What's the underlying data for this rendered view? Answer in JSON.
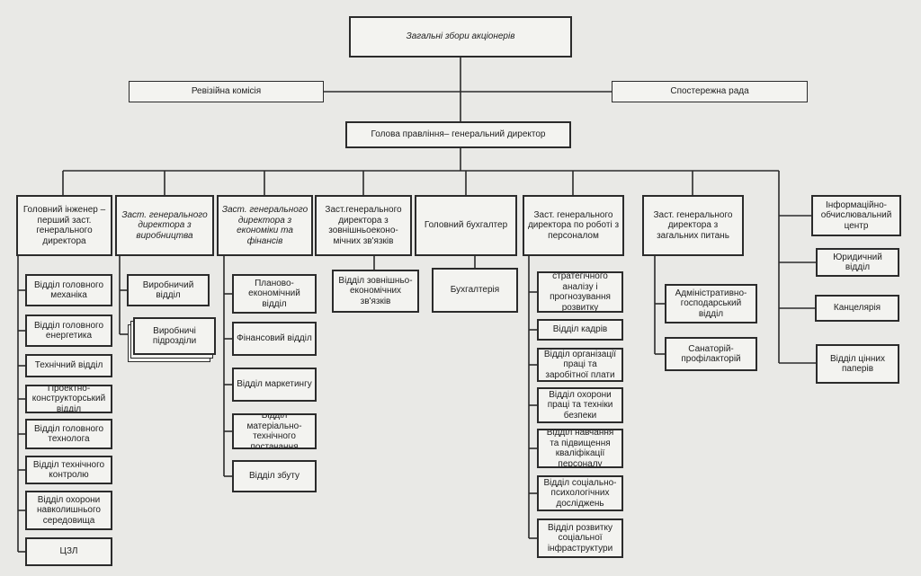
{
  "colors": {
    "line": "#2b2b2b",
    "box_fill": "#f3f3f0",
    "background": "#e9e9e6"
  },
  "nodes": {
    "shareholders_meeting": "Загальні збори акціонерів",
    "audit_commission": "Ревізійна комісія",
    "supervisory_board": "Спостережна рада",
    "chairman": "Голова правління– генеральний директор",
    "chief_engineer": "Головний інженер – перший заст. генерального директора",
    "deputy_production": "Заст. генерального директора з виробництва",
    "deputy_economics": "Заст. генерального директора з економіки та фінансів",
    "deputy_foreign": "Заст.генерального директора з зовнішньоеконо-мічних зв'язків",
    "chief_accountant": "Головний бухгалтер",
    "deputy_personnel": "Заст. генерального директора по роботі з персоналом",
    "deputy_general": "Заст. генерального директора з загальних питань",
    "info_center": "Інформаційно-обчислювальний центр",
    "legal_dept": "Юридичний відділ",
    "chancellery": "Канцелярія",
    "securities_dept": "Відділ цінних паперів",
    "eng_mechanic": "Відділ головного механіка",
    "eng_energy": "Відділ головного енергетика",
    "eng_technical": "Технічний відділ",
    "eng_design": "Проектно-конструкторський відділ",
    "eng_technologist": "Відділ головного технолога",
    "eng_control": "Відділ технічного контролю",
    "eng_environment": "Відділ охорони навколишнього середовища",
    "eng_czl": "ЦЗЛ",
    "prod_dept": "Виробничий відділ",
    "prod_units": "Виробничі підрозділи",
    "econ_planning": "Планово-економічний відділ",
    "econ_finance": "Фінансовий відділ",
    "econ_marketing": "Відділ маркетингу",
    "econ_supply": "Відділ матеріально-технічного постачання",
    "econ_sales": "Відділ збуту",
    "foreign_dept": "Відділ зовнішньо-економічних зв'язків",
    "accounting": "Бухгалтерія",
    "pers_strategy": "Відділ стратегічного аналізу і прогнозування розвитку персоналу",
    "pers_hr": "Відділ кадрів",
    "pers_labor": "Відділ організації праці та заробітної плати",
    "pers_safety": "Відділ охорони праці та техніки безпеки",
    "pers_training": "Відділ навчання та підвищення кваліфікації персоналу",
    "pers_research": "Відділ соціально-психологічних досліджень",
    "pers_social": "Відділ розвитку соціальної інфраструктури",
    "gen_admin": "Адміністративно-господарський відділ",
    "gen_sanatorium": "Санаторій-профілакторій"
  }
}
